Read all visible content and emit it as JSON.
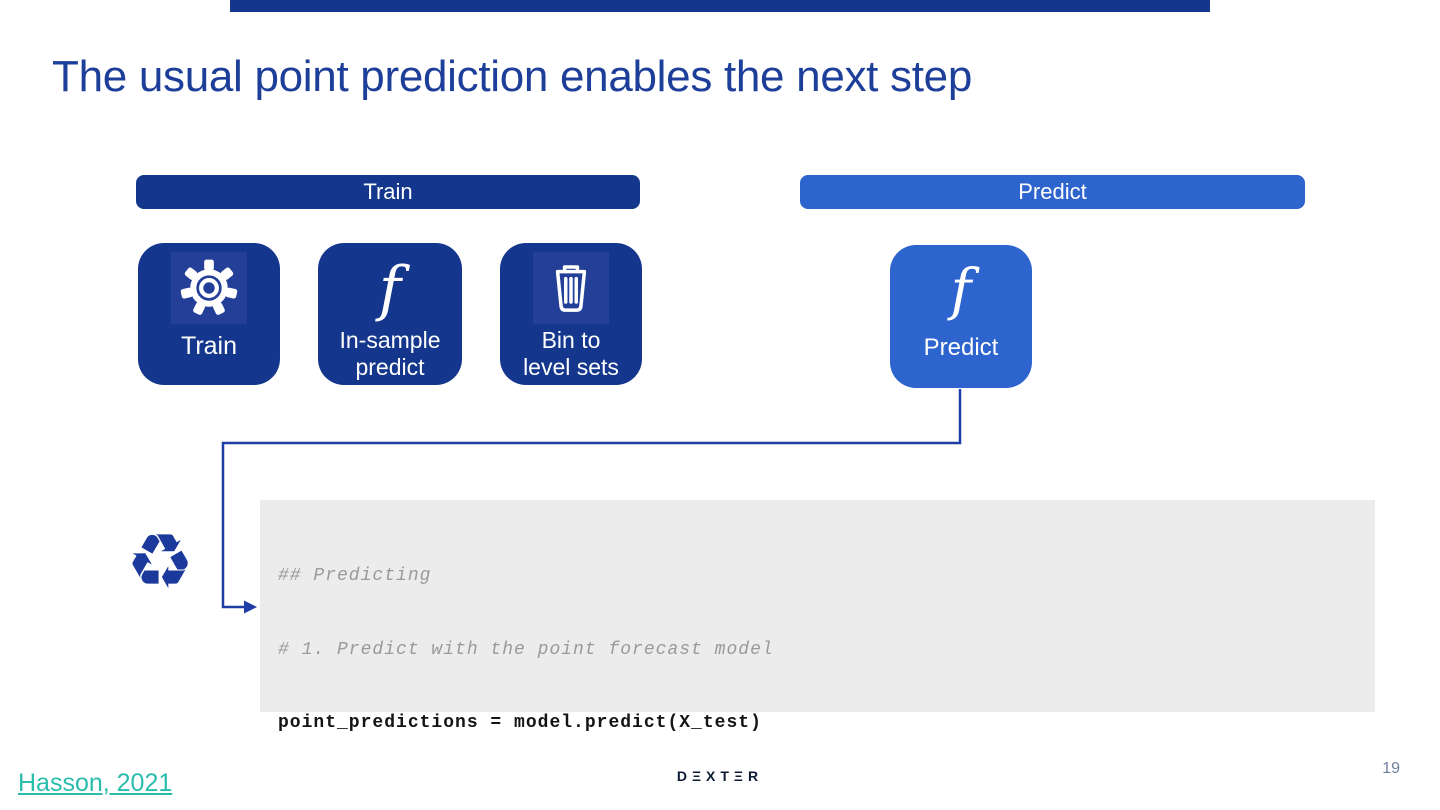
{
  "slide": {
    "title": "The usual point prediction enables the next step",
    "page_number": "19",
    "citation_link": "Hasson, 2021",
    "logo_brand": "DEXTER",
    "logo_display": "DΞXTΞR"
  },
  "pipeline": {
    "train": {
      "header": "Train",
      "steps": [
        {
          "icon": "gear-icon",
          "label": "Train"
        },
        {
          "icon": "function-icon",
          "glyph": "f",
          "label_lines": [
            "In-sample",
            "predict"
          ]
        },
        {
          "icon": "trash-icon",
          "label_lines": [
            "Bin to",
            "level sets"
          ]
        }
      ]
    },
    "predict": {
      "header": "Predict",
      "steps": [
        {
          "icon": "function-icon",
          "glyph": "f",
          "label": "Predict"
        }
      ]
    }
  },
  "code_block": {
    "lines": [
      {
        "text": "## Predicting",
        "style": "comment"
      },
      {
        "text": "# 1. Predict with the point forecast model",
        "style": "comment"
      },
      {
        "text": "point_predictions = model.predict(X_test)",
        "style": "code"
      }
    ]
  },
  "icons": {
    "recycle_glyph": "♻"
  },
  "colors": {
    "navy": "#14378d",
    "blue": "#2d64ce",
    "title_navy": "#1d3e99",
    "link_teal": "#2abdac",
    "code_bg": "#ececec",
    "comment_gray": "#9a9a9a",
    "connector": "#1e3da6",
    "logo_navy": "#0e1a33"
  }
}
